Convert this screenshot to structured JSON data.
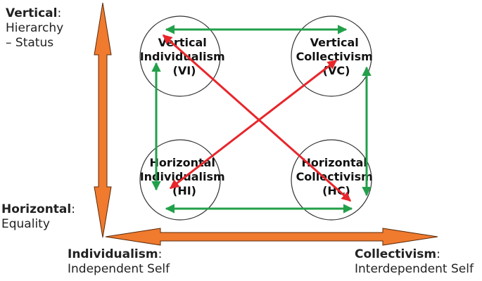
{
  "colors": {
    "orange_axis": "#f07a2e",
    "orange_axis_stroke": "#5a2a0a",
    "green_arrow": "#22a04a",
    "red_arrow": "#e8262b",
    "circle_stroke": "#333333"
  },
  "labels": {
    "vertical": {
      "title": "Vertical",
      "colon": ":",
      "line1": "Hierarchy",
      "line2": "– Status"
    },
    "horizontal": {
      "title": "Horizontal",
      "colon": ":",
      "line1": "Equality"
    },
    "individualism": {
      "title": "Individualism",
      "colon": ":",
      "line1": "Independent Self"
    },
    "collectivism": {
      "title": "Collectivism",
      "colon": ":",
      "line1": "Interdependent Self"
    }
  },
  "nodes": {
    "vi": {
      "line1": "Vertical",
      "line2": "Individualism",
      "line3": "(VI)"
    },
    "vc": {
      "line1": "Vertical",
      "line2": "Collectivism",
      "line3": "(VC)"
    },
    "hi": {
      "line1": "Horizontal",
      "line2": "Individualism",
      "line3": "(HI)"
    },
    "hc": {
      "line1": "Horizontal",
      "line2": "Collectivism",
      "line3": "(HC)"
    }
  },
  "icons": {
    "vertical_axis": "double-headed-arrow-vertical",
    "horizontal_axis": "double-headed-arrow-horizontal"
  }
}
